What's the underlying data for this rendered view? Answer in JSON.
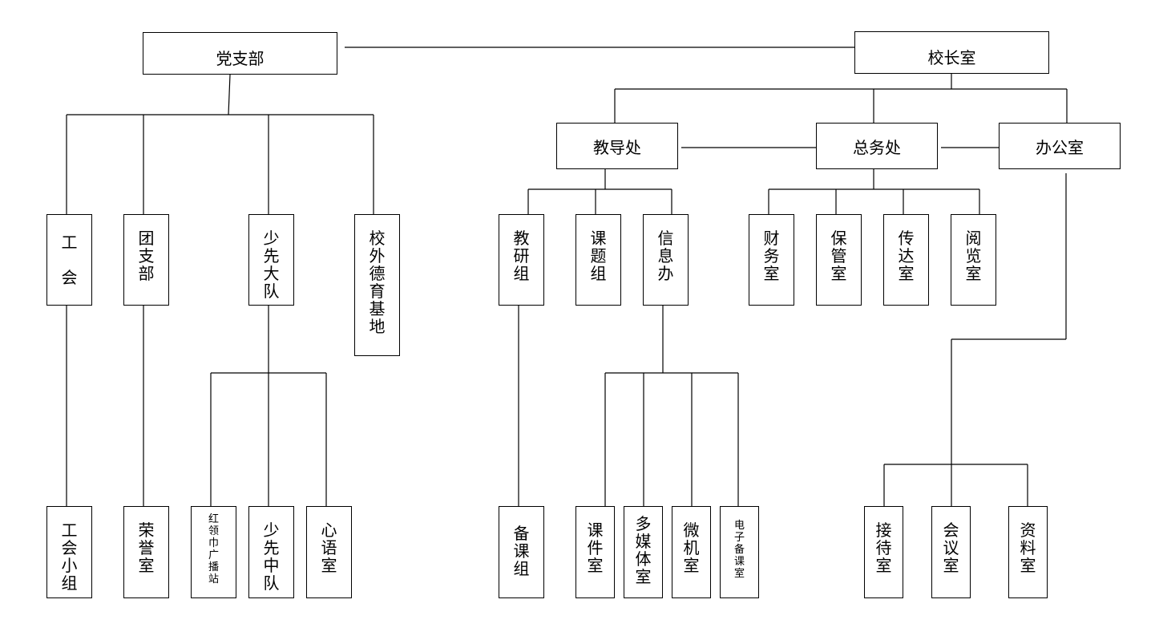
{
  "nodes": {
    "party_branch": "党支部",
    "principal": "校长室",
    "academic": "教导处",
    "general": "总务处",
    "office": "办公室",
    "union": "工　会",
    "youth_league": "团支部",
    "pioneers": "少先大队",
    "moral_base": "校外德育基地",
    "research_group": "教研组",
    "topic_group": "课题组",
    "info_office": "信息办",
    "finance": "财务室",
    "custody": "保管室",
    "reception_desk": "传达室",
    "reading": "阅览室",
    "union_group": "工会小组",
    "honor_room": "荣誉室",
    "radio": "红领巾广播站",
    "squadron": "少先中队",
    "counseling": "心语室",
    "lesson_prep_group": "备课组",
    "courseware": "课件室",
    "multimedia": "多媒体室",
    "computer": "微机室",
    "e_prep": "电子备课室",
    "reception": "接待室",
    "meeting": "会议室",
    "archive": "资料室"
  }
}
